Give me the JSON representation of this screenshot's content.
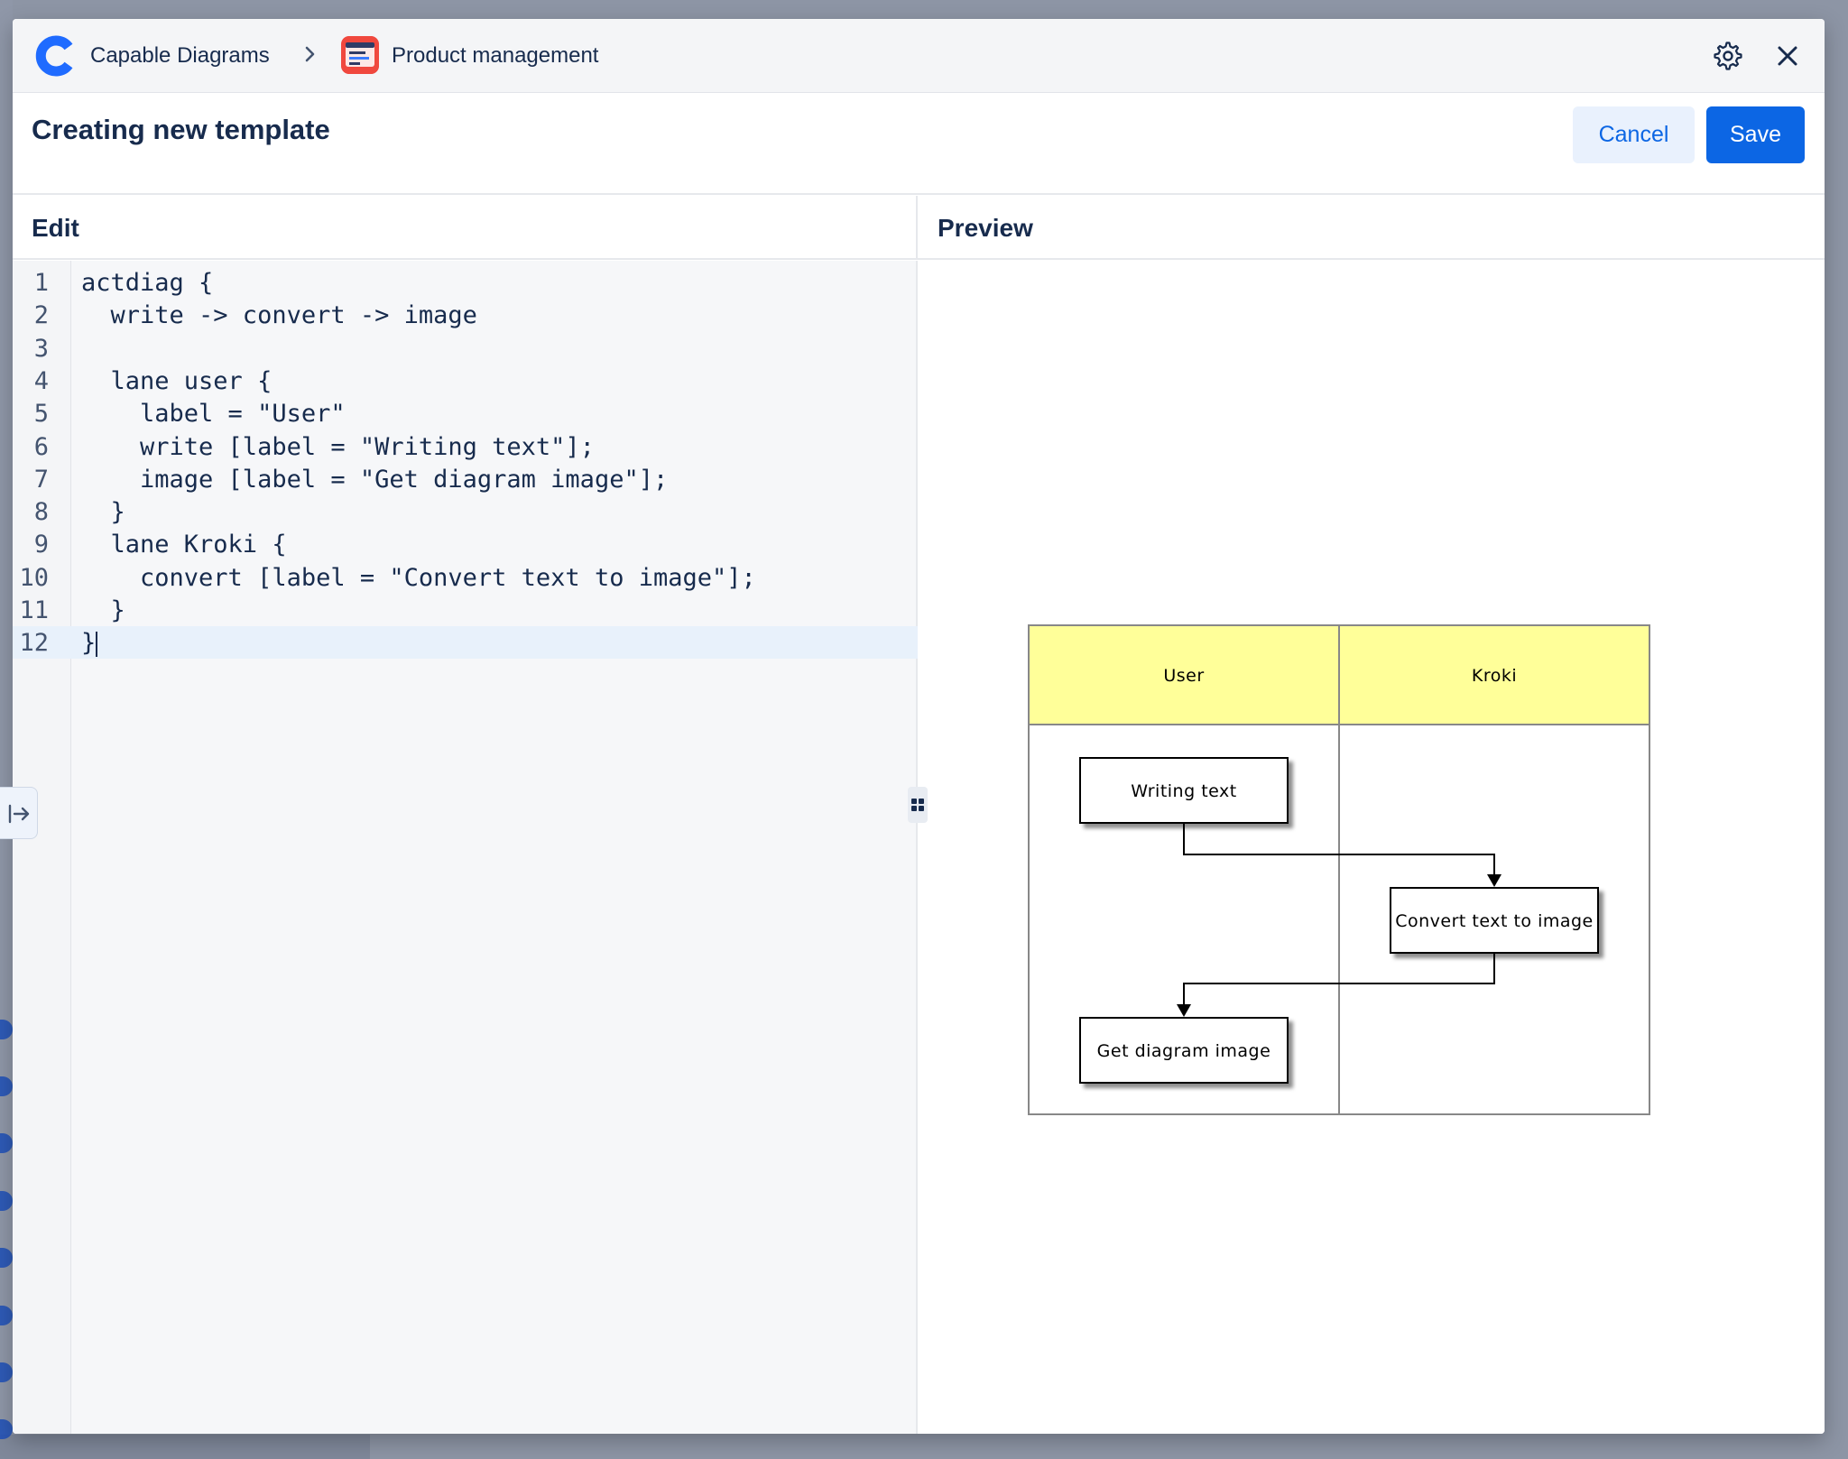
{
  "app": {
    "name": "Capable Diagrams",
    "space": "Product management"
  },
  "header": {
    "title": "Creating new template",
    "cancel_label": "Cancel",
    "save_label": "Save"
  },
  "panes": {
    "edit_label": "Edit",
    "preview_label": "Preview"
  },
  "editor": {
    "active_line": 12,
    "lines": [
      "actdiag {",
      "  write -> convert -> image",
      "",
      "  lane user {",
      "    label = \"User\"",
      "    write [label = \"Writing text\"];",
      "    image [label = \"Get diagram image\"];",
      "  }",
      "  lane Kroki {",
      "    convert [label = \"Convert text to image\"];",
      "  }",
      "}"
    ]
  },
  "diagram": {
    "lanes": [
      "User",
      "Kroki"
    ],
    "nodes": {
      "write": "Writing text",
      "convert": "Convert text to image",
      "image": "Get diagram image"
    },
    "colors": {
      "lane_header": "#ffff99",
      "node_fill": "#ffffff",
      "border": "#000000"
    }
  },
  "icons": {
    "logo": "capable-logo-icon",
    "breadcrumb_separator": "chevron-right-icon",
    "app": "product-app-icon",
    "settings": "gear-icon",
    "close": "close-icon",
    "collapse": "expand-sidebar-icon",
    "resize": "drag-handle-icon"
  },
  "colors": {
    "primary": "#0c66e4",
    "text": "#172b4d"
  }
}
